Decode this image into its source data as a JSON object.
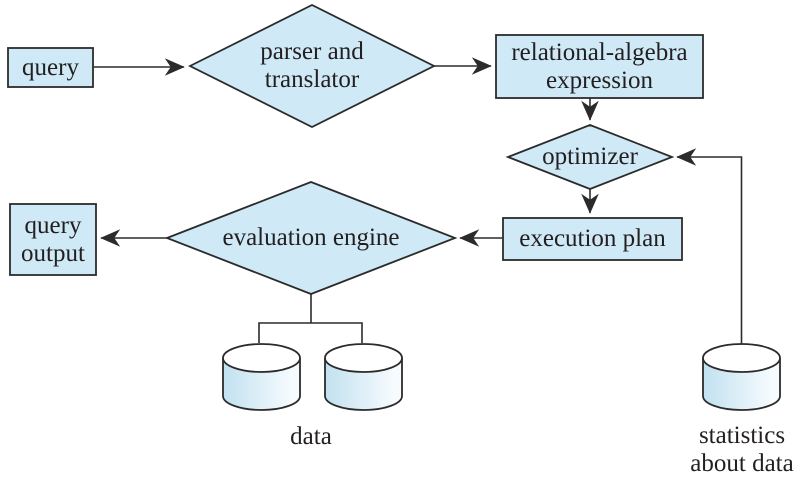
{
  "diagram": {
    "colors": {
      "shape_fill": "#cfe9f7",
      "line_color": "#2b2b2b",
      "text_color": "#231f20",
      "cyl_left": "#c2e1f0",
      "cyl_right": "#f6fbfe",
      "cyl_top": "#ffffff"
    },
    "nodes": {
      "query": {
        "label": "query"
      },
      "parser": {
        "line1": "parser and",
        "line2": "translator"
      },
      "relational_algebra": {
        "line1": "relational-algebra",
        "line2": "expression"
      },
      "optimizer": {
        "label": "optimizer"
      },
      "execution_plan": {
        "label": "execution plan"
      },
      "evaluation_engine": {
        "label": "evaluation engine"
      },
      "query_output": {
        "line1": "query",
        "line2": "output"
      },
      "data_store": {
        "label": "data"
      },
      "statistics_store": {
        "line1": "statistics",
        "line2": "about data"
      }
    }
  }
}
